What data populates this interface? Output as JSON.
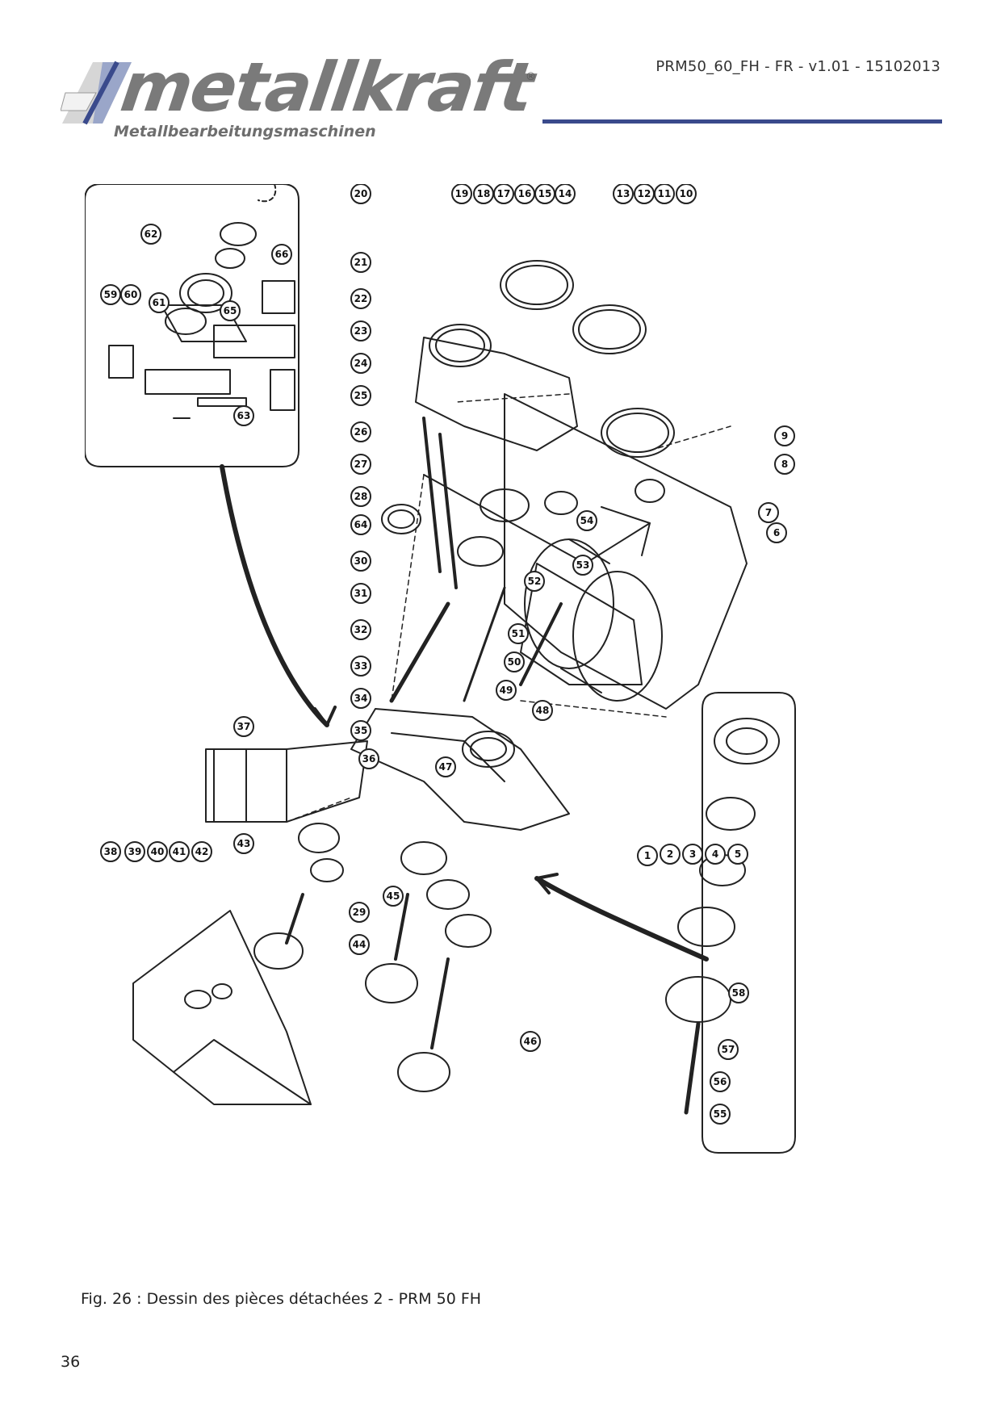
{
  "header": {
    "doc_code": "PRM50_60_FH - FR - v1.01 - 15102013",
    "logo_word": "metallkraft",
    "logo_registered": "®",
    "logo_subtitle": "Metallbearbeitungsmaschinen",
    "logo_icon": "metallkraft-logo-icon",
    "rule_color": "#3a4a8c"
  },
  "figure": {
    "callouts": [
      "1",
      "2",
      "3",
      "4",
      "5",
      "6",
      "7",
      "8",
      "9",
      "10",
      "11",
      "12",
      "13",
      "14",
      "15",
      "16",
      "17",
      "18",
      "19",
      "20",
      "21",
      "22",
      "23",
      "24",
      "25",
      "26",
      "27",
      "28",
      "29",
      "30",
      "31",
      "32",
      "33",
      "34",
      "35",
      "36",
      "37",
      "38",
      "39",
      "40",
      "41",
      "42",
      "43",
      "44",
      "45",
      "46",
      "47",
      "48",
      "49",
      "50",
      "51",
      "52",
      "53",
      "54",
      "55",
      "56",
      "57",
      "58",
      "59",
      "60",
      "61",
      "62",
      "63",
      "64",
      "65",
      "66"
    ],
    "caption": "Fig. 26 : Dessin des pièces détachées 2 - PRM 50 FH"
  },
  "footer": {
    "page_number": "36"
  }
}
